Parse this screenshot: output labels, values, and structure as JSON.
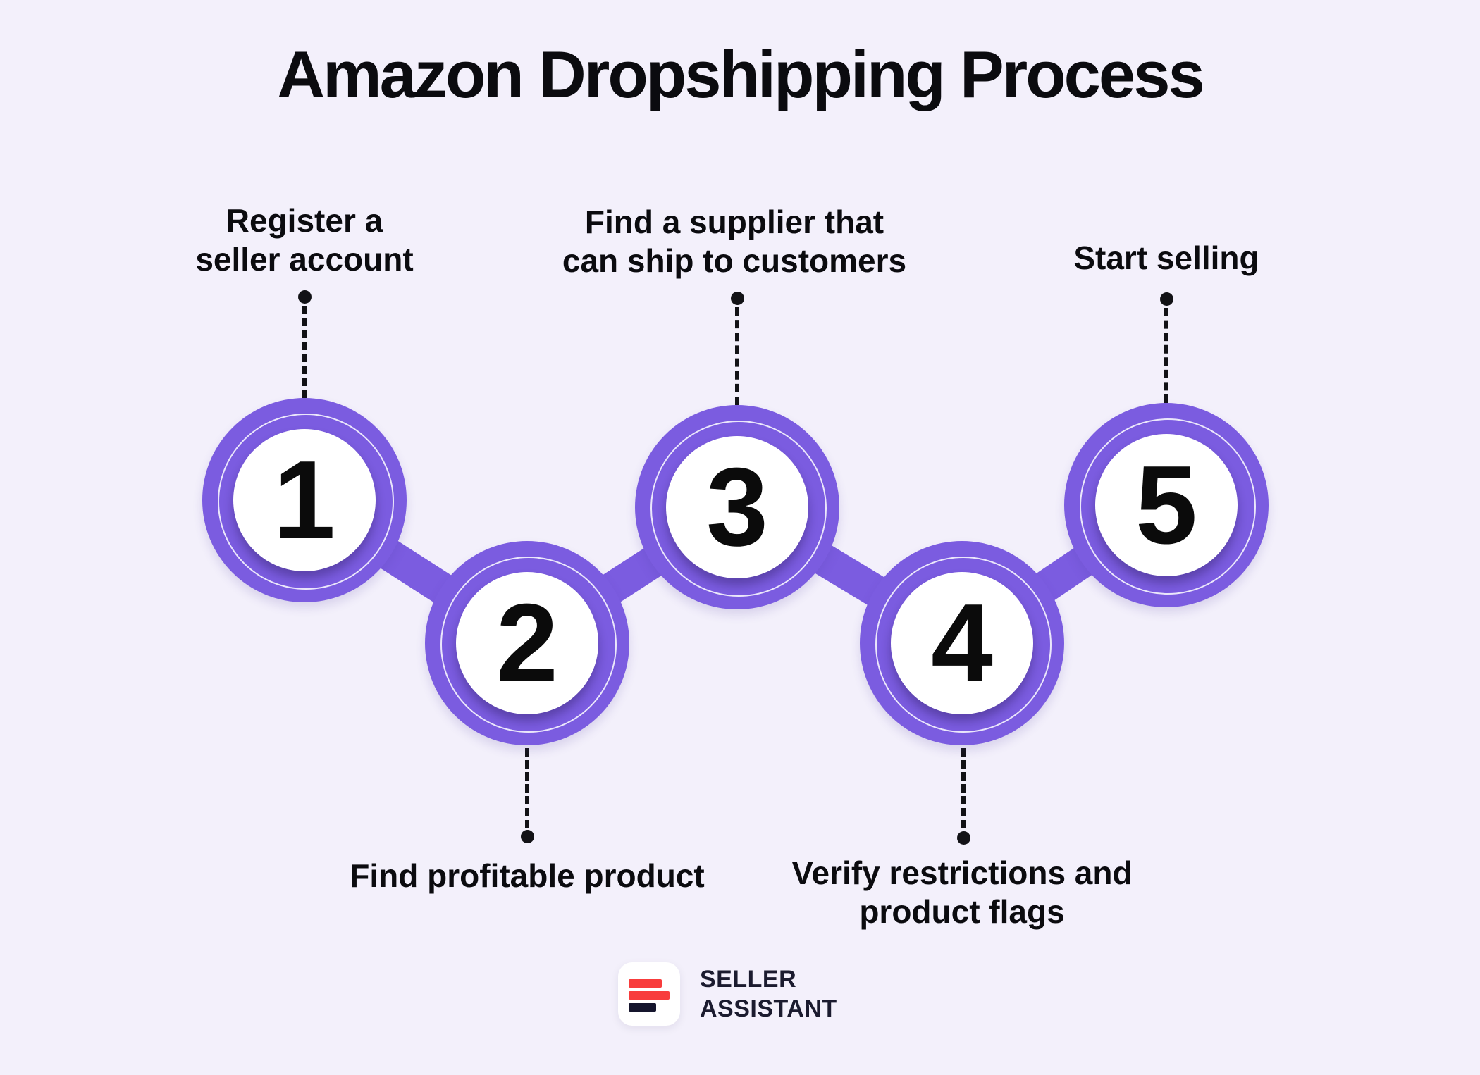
{
  "title": "Amazon Dropshipping Process",
  "steps": [
    {
      "number": "1",
      "label": "Register a seller account",
      "lines": [
        "Register a",
        "seller account"
      ]
    },
    {
      "number": "2",
      "label": "Find profitable product",
      "lines": [
        "Find profitable product"
      ]
    },
    {
      "number": "3",
      "label": "Find a supplier that can ship to customers",
      "lines": [
        "Find a supplier that",
        "can ship to customers"
      ]
    },
    {
      "number": "4",
      "label": "Verify restrictions and product flags",
      "lines": [
        "Verify restrictions and",
        "product flags"
      ]
    },
    {
      "number": "5",
      "label": "Start selling",
      "lines": [
        "Start selling"
      ]
    }
  ],
  "logo": {
    "name": "Seller Assistant",
    "line1": "SELLER",
    "line2": "ASSISTANT",
    "icon": "three-bars-logo-icon"
  },
  "colors": {
    "background": "#F3F0FB",
    "accent_purple": "#7B5CE0",
    "text_black": "#0B0B0F",
    "logo_red": "#F83C3C",
    "logo_navy": "#15152D",
    "circle_fill": "#FFFFFF"
  }
}
